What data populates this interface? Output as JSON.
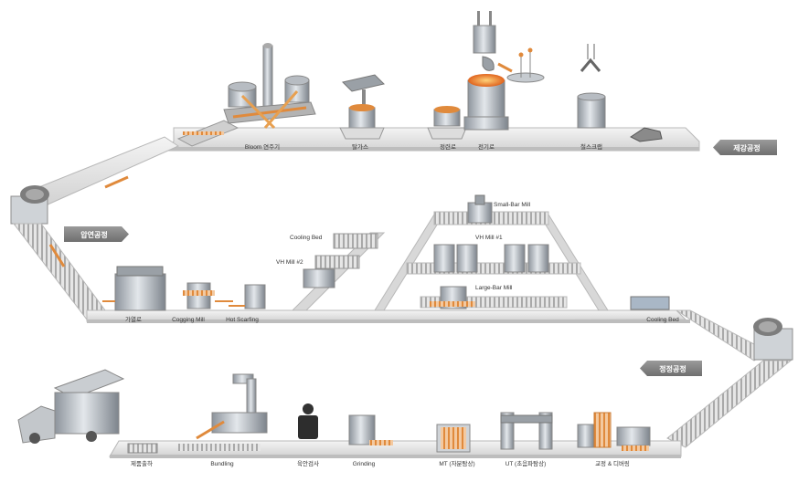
{
  "diagram": {
    "stages": [
      {
        "key": "steelmaking",
        "label": "제강공정"
      },
      {
        "key": "rolling",
        "label": "압연공정"
      },
      {
        "key": "finishing",
        "label": "정정공정"
      }
    ],
    "labels": {
      "bloom_caster": "Bloom 연주기",
      "degassing": "탈가스",
      "ladle_furnace": "정련로",
      "converter": "전기로",
      "scrap": "철스크랩",
      "small_bar_mill": "Small-Bar Mill",
      "vh_mill_1": "VH Mill #1",
      "large_bar_mill": "Large-Bar Mill",
      "cooling_bed_top": "Cooling Bed",
      "vh_mill_2": "VH Mill #2",
      "reheating_furnace": "가열로",
      "cogging_mill": "Cogging Mill",
      "hot_scarfing": "Hot Scarfing",
      "cooling_bed_right": "Cooling Bed",
      "shipping": "제품출하",
      "bundling": "Bundling",
      "visual_inspection": "육안검사",
      "grinding": "Grinding",
      "mt": "MT (자분탐상)",
      "ut": "UT (초음파탐상)",
      "straightening": "교정 & 디버링"
    }
  }
}
